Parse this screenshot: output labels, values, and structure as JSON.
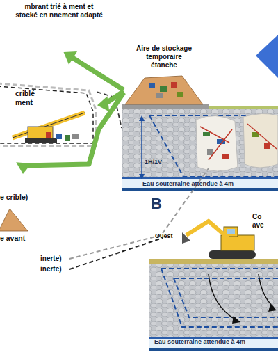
{
  "diagram": {
    "nodes": [
      {
        "text": [
          "mbrant trié à ment et stocké en nnement adapté"
        ]
      },
      {
        "text": [
          "Aire de stockage temporaire étanche"
        ]
      },
      {
        "text": [
          "criblé ment"
        ]
      },
      {
        "text": [
          "e crible)"
        ]
      },
      {
        "text": [
          "e avant"
        ]
      },
      {
        "text": [
          "Eau souterraine attendue à 4m"
        ]
      },
      {
        "text": [
          "B",
          "Ouest",
          "Co ave",
          "Eau souterraine attendue à 4m"
        ]
      }
    ],
    "edges": [
      {
        "from": 1,
        "to": 0,
        "arrow": "to"
      },
      {
        "from": 1,
        "to": 2,
        "arrow": "to"
      },
      {
        "from": 1,
        "to": 3,
        "arrow": "to"
      },
      {
        "from": 2,
        "to": 5,
        "arrow": "none"
      }
    ],
    "labels": [
      "1H/1V",
      "inerte)",
      "inerte)"
    ]
  }
}
